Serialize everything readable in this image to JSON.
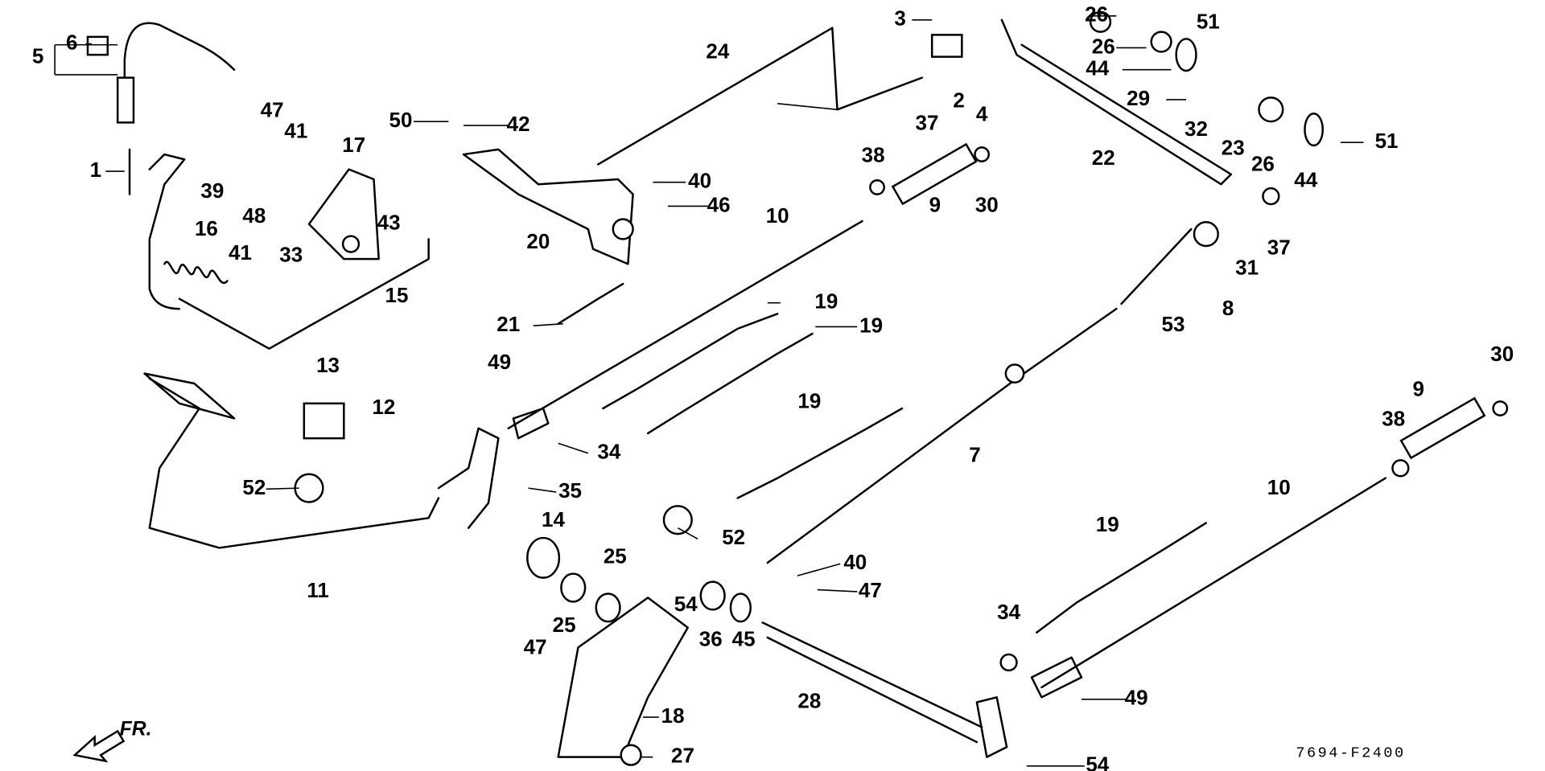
{
  "diagram": {
    "type": "exploded parts diagram",
    "drawing_code": "7694-F2400",
    "direction_marker": "FR.",
    "callouts": [
      "5",
      "6",
      "1",
      "47",
      "41",
      "17",
      "39",
      "48",
      "33",
      "43",
      "16",
      "41",
      "15",
      "50",
      "42",
      "24",
      "20",
      "40",
      "46",
      "10",
      "38",
      "9",
      "30",
      "3",
      "2",
      "4",
      "37",
      "26",
      "26",
      "44",
      "51",
      "29",
      "32",
      "23",
      "22",
      "26",
      "44",
      "51",
      "37",
      "31",
      "8",
      "53",
      "21",
      "19",
      "19",
      "49",
      "34",
      "13",
      "12",
      "52",
      "35",
      "11",
      "19",
      "7",
      "52",
      "14",
      "25",
      "25",
      "47",
      "54",
      "36",
      "45",
      "40",
      "47",
      "10",
      "9",
      "38",
      "30",
      "19",
      "34",
      "28",
      "18",
      "27",
      "49",
      "54"
    ]
  }
}
